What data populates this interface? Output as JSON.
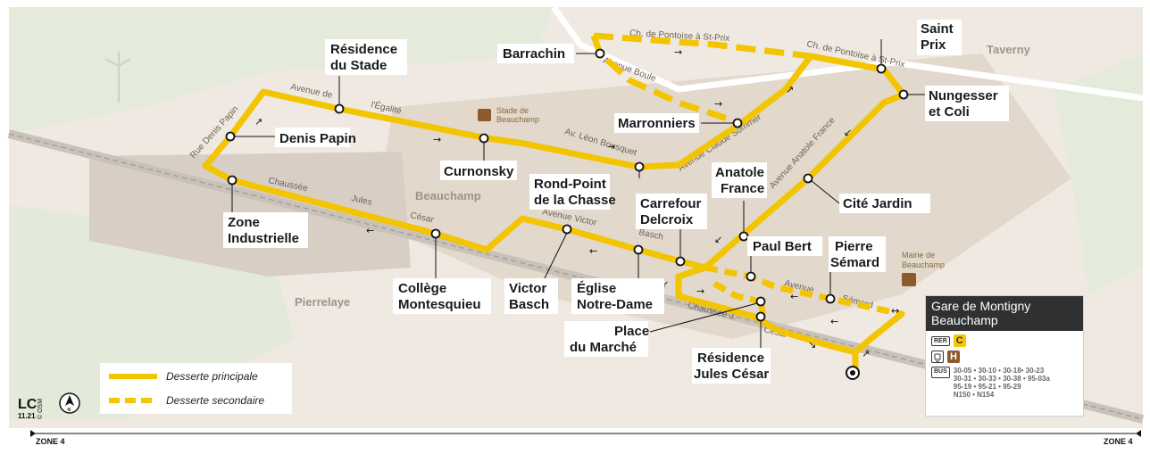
{
  "stops": {
    "barrachin": "Barrachin",
    "residence_stade_1": "Résidence",
    "residence_stade_2": "du Stade",
    "denis_papin": "Denis Papin",
    "curnonsky": "Curnonsky",
    "marronniers": "Marronniers",
    "rond_point_1": "Rond-Point",
    "rond_point_2": "de la Chasse",
    "saint_prix_1": "Saint",
    "saint_prix_2": "Prix",
    "nungesser_1": "Nungesser",
    "nungesser_2": "et Coli",
    "anatole_1": "Anatole",
    "anatole_2": "France",
    "carrefour_1": "Carrefour",
    "carrefour_2": "Delcroix",
    "cite_jardin": "Cité Jardin",
    "zone_ind_1": "Zone",
    "zone_ind_2": "Industrielle",
    "paul_bert": "Paul Bert",
    "pierre_semard_1": "Pierre",
    "pierre_semard_2": "Sémard",
    "college_1": "Collège",
    "college_2": "Montesquieu",
    "victor_basch_1": "Victor",
    "victor_basch_2": "Basch",
    "eglise_1": "Église",
    "eglise_2": "Notre-Dame",
    "place_marche_1": "Place",
    "place_marche_2": "du Marché",
    "res_jules_1": "Résidence",
    "res_jules_2": "Jules César"
  },
  "streets": {
    "pontoise_1": "Ch. de Pontoise à St-Prix",
    "pontoise_2": "Ch. de Pontoise à St-Prix",
    "avenue_boule": "Avenue      Boule",
    "rue_denis_papin": "Rue Denis Papin",
    "avenue_de": "Avenue      de",
    "egalite": "l'Égalité",
    "leon_bousquet": "Av. Léon Bousquet",
    "claude_sommer": "Avenue Claude Sommer",
    "anatole_france": "Avenue   Anatole   France",
    "chaussee": "Chaussée",
    "jules": "Jules",
    "cesar": "César",
    "avenue_victor": "Avenue   Victor",
    "basch": "Basch",
    "avenue_semard": "Avenue",
    "semard": "Sémard",
    "chaussee_j": "Chaussée   J.",
    "cesar_2": "César"
  },
  "areas": {
    "taverny": "Taverny",
    "beauchamp": "Beauchamp",
    "pierrelaye": "Pierrelaye"
  },
  "pois": {
    "stade_1": "Stade de",
    "stade_2": "Beauchamp",
    "mairie_1": "Mairie de",
    "mairie_2": "Beauchamp"
  },
  "legend": {
    "principal": "Desserte principale",
    "secondaire": "Desserte secondaire"
  },
  "station_box": {
    "title_1": "Gare de Montigny",
    "title_2": "Beauchamp",
    "rer_tag": "RER",
    "rer_line": "C",
    "train_line": "H",
    "bus_tag": "BUS",
    "bus_lines_1": "30-05 • 30-10 • 30-18• 30-23",
    "bus_lines_2": "30-31 • 30-33 • 30-38 • 95-03a",
    "bus_lines_3": "95-19 • 95-21 • 95-29",
    "bus_lines_4": "N150 • N154"
  },
  "zones": {
    "left": "ZONE 4",
    "right": "ZONE 4"
  },
  "logo": {
    "code": "11.21",
    "copyright": "© OSM",
    "north": "N"
  },
  "colors": {
    "route": "#f2c500",
    "background": "#efe9e2",
    "fields": "#e3ead9",
    "label_bg": "#ffffff",
    "station_box_header": "#2f3133",
    "rer_c": "#f5c800",
    "train_h": "#8c5a2b"
  }
}
